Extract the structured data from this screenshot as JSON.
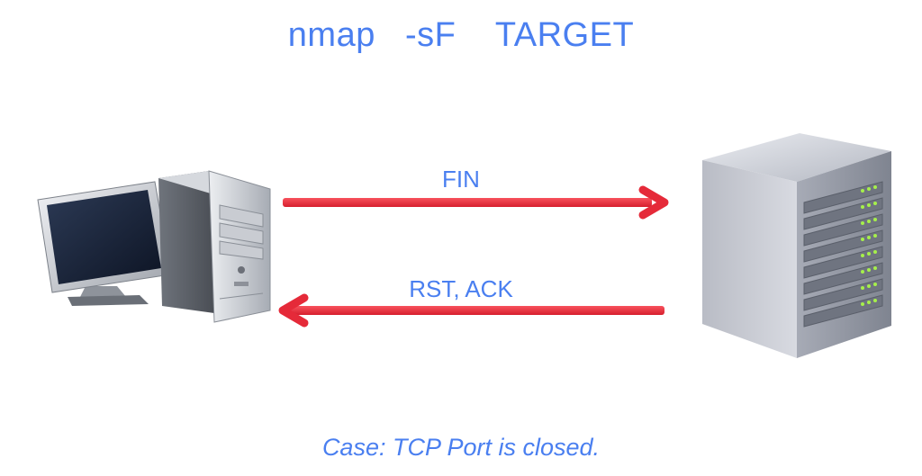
{
  "title": "nmap   -sF    TARGET",
  "arrows": {
    "outgoing_label": "FIN",
    "incoming_label": "RST, ACK"
  },
  "caption": "Case: TCP Port is closed.",
  "icons": {
    "client": "desktop-computer-icon",
    "server": "server-icon"
  },
  "colors": {
    "text_accent": "#4a7ff0",
    "arrow": "#ee3140"
  }
}
